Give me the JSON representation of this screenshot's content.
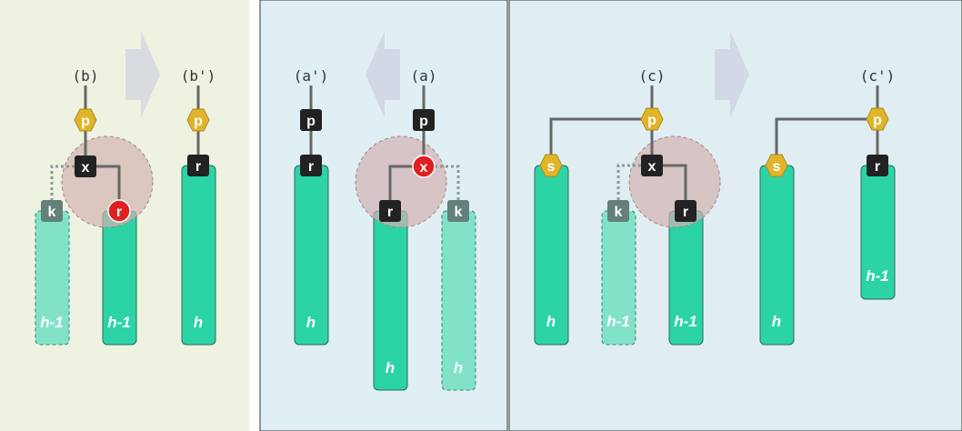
{
  "panels": {
    "left": {
      "label_before": "(b)",
      "label_after": "(b')",
      "nodes": {
        "p": "p",
        "x": "x",
        "k": "k",
        "r": "r"
      },
      "subtrees": {
        "k": "h-1",
        "r": "h-1"
      },
      "result": {
        "p": "p",
        "r": "r",
        "subtree": "h"
      }
    },
    "middle": {
      "label_after": "(a')",
      "label_before": "(a)",
      "result": {
        "p": "p",
        "r": "r",
        "subtree": "h"
      },
      "nodes": {
        "p": "p",
        "x": "x",
        "r": "r",
        "k": "k"
      },
      "subtrees": {
        "r": "h",
        "k": "h"
      }
    },
    "right": {
      "label_before": "(c)",
      "label_after": "(c')",
      "nodes": {
        "p": "p",
        "s": "s",
        "x": "x",
        "k": "k",
        "r": "r"
      },
      "subtrees": {
        "s": "h",
        "k": "h-1",
        "r": "h-1"
      },
      "result": {
        "p": "p",
        "s": "s",
        "r": "r",
        "s_subtree": "h",
        "r_subtree": "h-1"
      }
    }
  },
  "colors": {
    "left_bg": "#eef3e1",
    "middle_bg": "#e0eff3",
    "right_bg": "#e0eef2",
    "subtree": "#2cd3a5",
    "subtree_ghost": "#82e2c8",
    "node_dark": "#222222",
    "node_gray": "#63807a",
    "node_red": "#e02020",
    "node_gold": "#e0b52a",
    "highlight": "#d3b2b2",
    "arrow": "#d8d8e2"
  }
}
